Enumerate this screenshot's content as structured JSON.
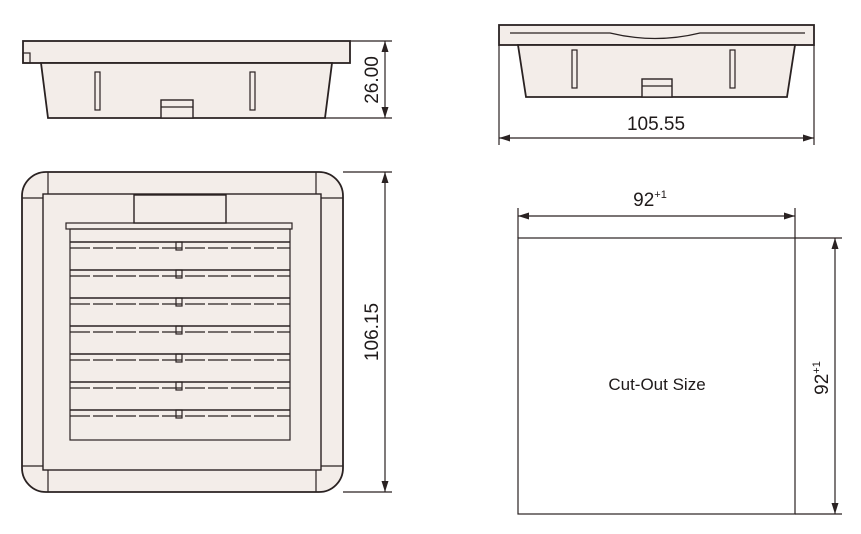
{
  "dimensions": {
    "height_mm": "26.00",
    "width_mm": "105.55",
    "front_size_mm": "106.15",
    "cutout_width": {
      "value": "92",
      "tolerance": "+1"
    },
    "cutout_height": {
      "value": "92",
      "tolerance": "+1"
    }
  },
  "cutout": {
    "label": "Cut-Out Size"
  },
  "grille": {
    "slat_count": 7
  },
  "colors": {
    "line": "#2a2222",
    "body_fill": "#f3ede9",
    "background": "#ffffff"
  }
}
